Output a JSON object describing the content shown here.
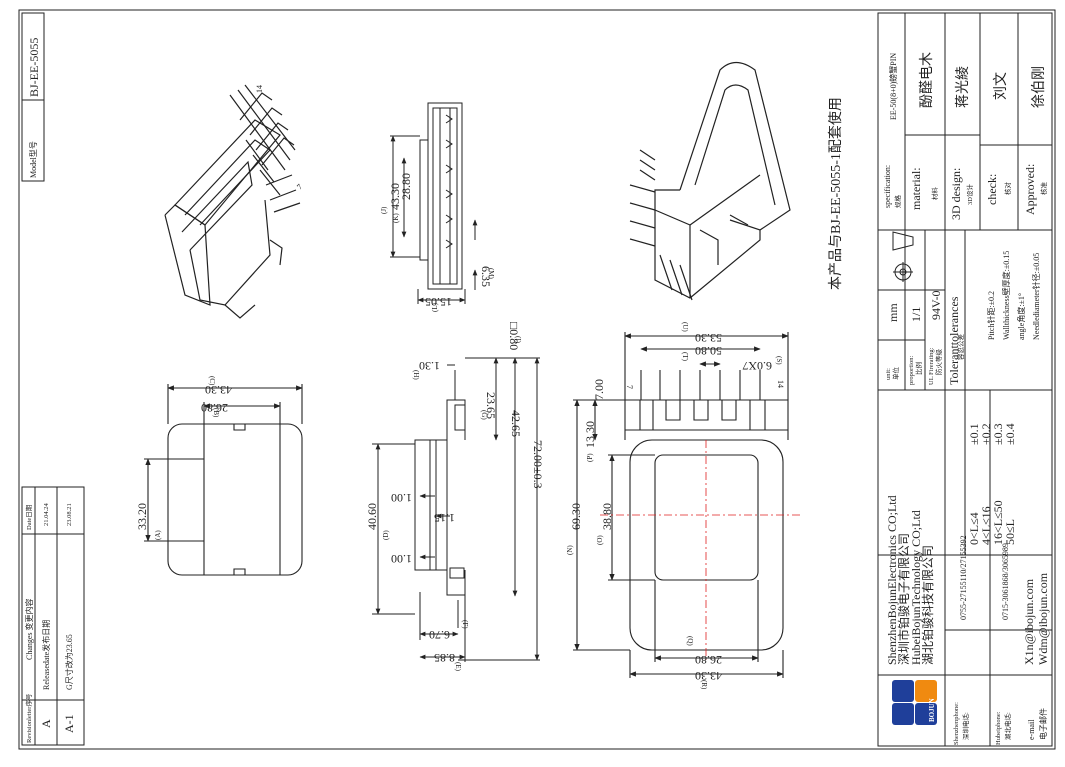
{
  "model_box": {
    "label": "Model型号",
    "value": "BJ-EE-5055"
  },
  "change_table": {
    "headers": [
      "Revisionletter序号",
      "Changes 变更内容",
      "Date日期"
    ],
    "rows": [
      [
        "A",
        "Releasedate发布日期",
        "21.04.24"
      ],
      [
        "A-1",
        "G尺寸改为23.65",
        "23.08.21"
      ]
    ]
  },
  "note": "本产品与BJ-EE-5055-1配套使用",
  "front_view": {
    "dims": {
      "c": "43.30",
      "b": "26.80",
      "a": "33.20"
    },
    "refs": {
      "c": "(C)",
      "b": "(B)",
      "a": "(A)"
    }
  },
  "side_view": {
    "dims": {
      "h": "1.30",
      "i": "□0.80",
      "g": "23.65",
      "k": "42.65",
      "total": "72.00±0.3",
      "d": "40.60",
      "w1": "1.00",
      "w2": "1.00",
      "t": "1.15",
      "f": "6.70",
      "e": "8.85"
    },
    "refs": {
      "h": "(H)",
      "i": "(I)",
      "g": "(G)",
      "d": "(D)",
      "f": "(F)",
      "e": "(E)"
    }
  },
  "top_view": {
    "dims": {
      "j": "43.30",
      "k": "28.80",
      "l": "15.05",
      "m": "6.35"
    },
    "refs": {
      "j": "(J)",
      "k": "(K)",
      "l": "(L)",
      "m": "(M)"
    }
  },
  "bottom_view": {
    "dims": {
      "u": "53.30",
      "t": "50.80",
      "s": "6.0X7",
      "p_top": "7.00",
      "p": "13.30",
      "n": "69.30",
      "o": "38.80",
      "q": "26.80",
      "r": "43.30"
    },
    "refs": {
      "u": "(U)",
      "t": "(T)",
      "s": "(S)",
      "p": "(P)",
      "n": "(N)",
      "o": "(O)",
      "q": "(Q)",
      "r": "(R)"
    },
    "pin_labels": [
      "7",
      "14"
    ]
  },
  "iso_pin_labels": [
    "14",
    "7"
  ],
  "title_block": {
    "spec_label": "specification:",
    "spec_label_cn": "规格",
    "spec_value": "EE-50(8+0)螃蟹PIN",
    "material_label": "material:",
    "material_label_cn": "材料",
    "material_value": "酚醛电木",
    "design_label": "3D design:",
    "design_label_cn": "3D设计",
    "design_value": "蒋光綾",
    "check_label": "check:",
    "check_label_cn": "核对",
    "check_value": "刘文",
    "approved_label": "Approved:",
    "approved_label_cn": "核准",
    "approved_value": "徐伯刚",
    "unit_label": "unit:",
    "unit_label_cn": "单位",
    "unit_value": "mm",
    "proportion_label": "proportion:",
    "proportion_label_cn": "比例",
    "proportion_value": "1/1",
    "fire_label": "UL Firerating:",
    "fire_label_cn": "防火等级",
    "fire_value": "94V-0",
    "tol_title": "Toleranttolerances",
    "tol_title_cn": "容忍公差",
    "tol_ranges": [
      "0<L≤4",
      "4<L≤16",
      "16<L≤50",
      "50≤L"
    ],
    "tol_values": [
      "±0.1",
      "±0.2",
      "±0.3",
      "±0.4"
    ],
    "tol_notes": [
      "Pitch针距:±0.2",
      "Wallthickness壁厚度:±0.15",
      "angle角度:±1°",
      "Needlediameter针径:±0.05"
    ],
    "company_lines": [
      "ShenzhenBojunElectronics CO;Ltd",
      "深圳市铂骏电子有限公司",
      "HubeiBojunTechnology CO;Ltd",
      "湖北铂骏科技有限公司"
    ],
    "logo_text": "BOJUN",
    "contacts": [
      {
        "label": "Shenzhenphone:",
        "label_cn": "深圳电话:",
        "value": "0755-27155110/27155392"
      },
      {
        "label": "Hubeiphone:",
        "label_cn": "湖北电话:",
        "value": "0715-3061868/3065989"
      },
      {
        "label": "e-mail",
        "label_cn": "电子邮件",
        "value": "X1n@ibojun.com",
        "value2": "Wdm@ibojun.com"
      }
    ]
  },
  "colors": {
    "line": "#222222",
    "centerline": "#e02020",
    "logo_blue": "#1f3f9a",
    "logo_orange": "#f08a10"
  }
}
